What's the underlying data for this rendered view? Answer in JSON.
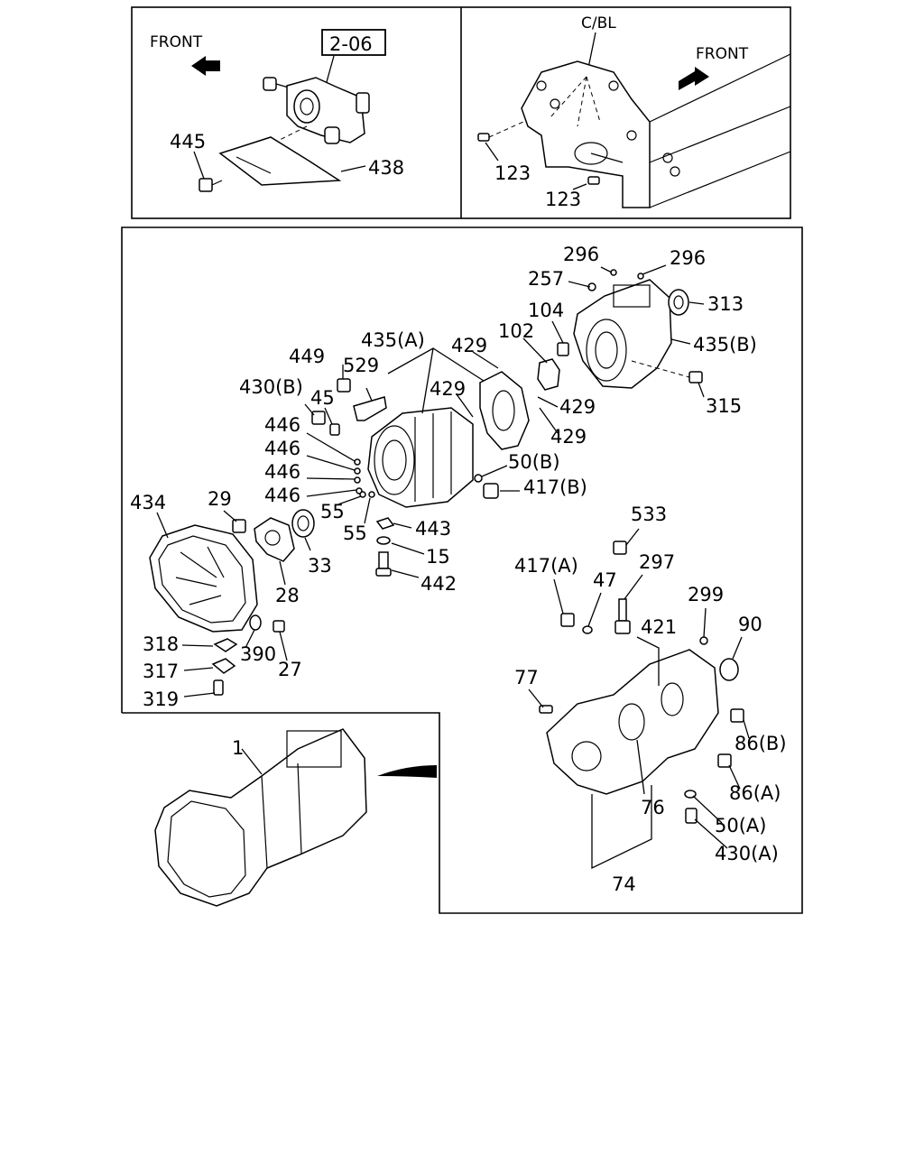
{
  "top_left": {
    "front_label": "FRONT",
    "ref_box": "2-06",
    "callouts": [
      "445",
      "438"
    ]
  },
  "top_right": {
    "cbl_label": "C/BL",
    "front_label": "FRONT",
    "callouts": [
      "123",
      "123"
    ]
  },
  "main": {
    "callouts": [
      "296",
      "296",
      "257",
      "313",
      "104",
      "102",
      "435(B)",
      "435(A)",
      "429",
      "429",
      "429",
      "429",
      "529",
      "449",
      "430(B)",
      "45",
      "315",
      "446",
      "446",
      "446",
      "446",
      "50(B)",
      "417(B)",
      "434",
      "29",
      "55",
      "55",
      "443",
      "33",
      "15",
      "442",
      "28",
      "533",
      "417(A)",
      "47",
      "297",
      "299",
      "90",
      "421",
      "318",
      "390",
      "27",
      "317",
      "319",
      "77",
      "86(B)",
      "1",
      "86(A)",
      "76",
      "50(A)",
      "430(A)",
      "74"
    ]
  }
}
